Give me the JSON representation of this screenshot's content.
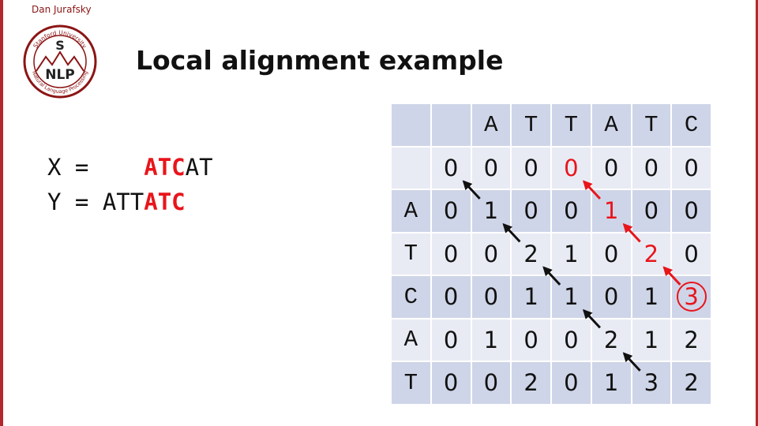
{
  "header": {
    "author": "Dan Jurafsky",
    "title": "Local alignment example"
  },
  "logo": {
    "top_text": "Stanford University",
    "letters": "S NLP",
    "bottom_text": "Natural Language Processing",
    "color": "#8c1515"
  },
  "sequences": {
    "x": {
      "prefix": "X = ",
      "pad": "   ",
      "highlight": "ATC",
      "rest": "AT"
    },
    "y": {
      "prefix": "Y = ",
      "lead": "ATT",
      "highlight": "ATC",
      "rest": ""
    }
  },
  "matrix": {
    "col_headers": [
      "",
      "",
      "A",
      "T",
      "T",
      "A",
      "T",
      "C"
    ],
    "rows": [
      {
        "label": "",
        "values": [
          "0",
          "0",
          "0",
          "0",
          "0",
          "0",
          "0"
        ]
      },
      {
        "label": "A",
        "values": [
          "0",
          "1",
          "0",
          "0",
          "1",
          "0",
          "0"
        ]
      },
      {
        "label": "T",
        "values": [
          "0",
          "0",
          "2",
          "1",
          "0",
          "2",
          "0"
        ]
      },
      {
        "label": "C",
        "values": [
          "0",
          "0",
          "1",
          "1",
          "0",
          "1",
          "3"
        ]
      },
      {
        "label": "A",
        "values": [
          "0",
          "1",
          "0",
          "0",
          "2",
          "1",
          "2"
        ]
      },
      {
        "label": "T",
        "values": [
          "0",
          "0",
          "2",
          "0",
          "1",
          "3",
          "2"
        ]
      }
    ],
    "red_cells": [
      [
        0,
        3
      ],
      [
        1,
        4
      ],
      [
        2,
        5
      ],
      [
        3,
        6
      ]
    ],
    "circled_cell": [
      3,
      6
    ],
    "black_path": [
      [
        5,
        5
      ],
      [
        4,
        4
      ],
      [
        3,
        3
      ],
      [
        2,
        2
      ],
      [
        1,
        1
      ],
      [
        0,
        0
      ]
    ],
    "red_path": [
      [
        3,
        6
      ],
      [
        2,
        5
      ],
      [
        1,
        4
      ],
      [
        0,
        3
      ]
    ],
    "colors": {
      "highlight": "#e8151b",
      "dark_band": "#cfd5e8",
      "light_band": "#e8ebf4"
    }
  }
}
